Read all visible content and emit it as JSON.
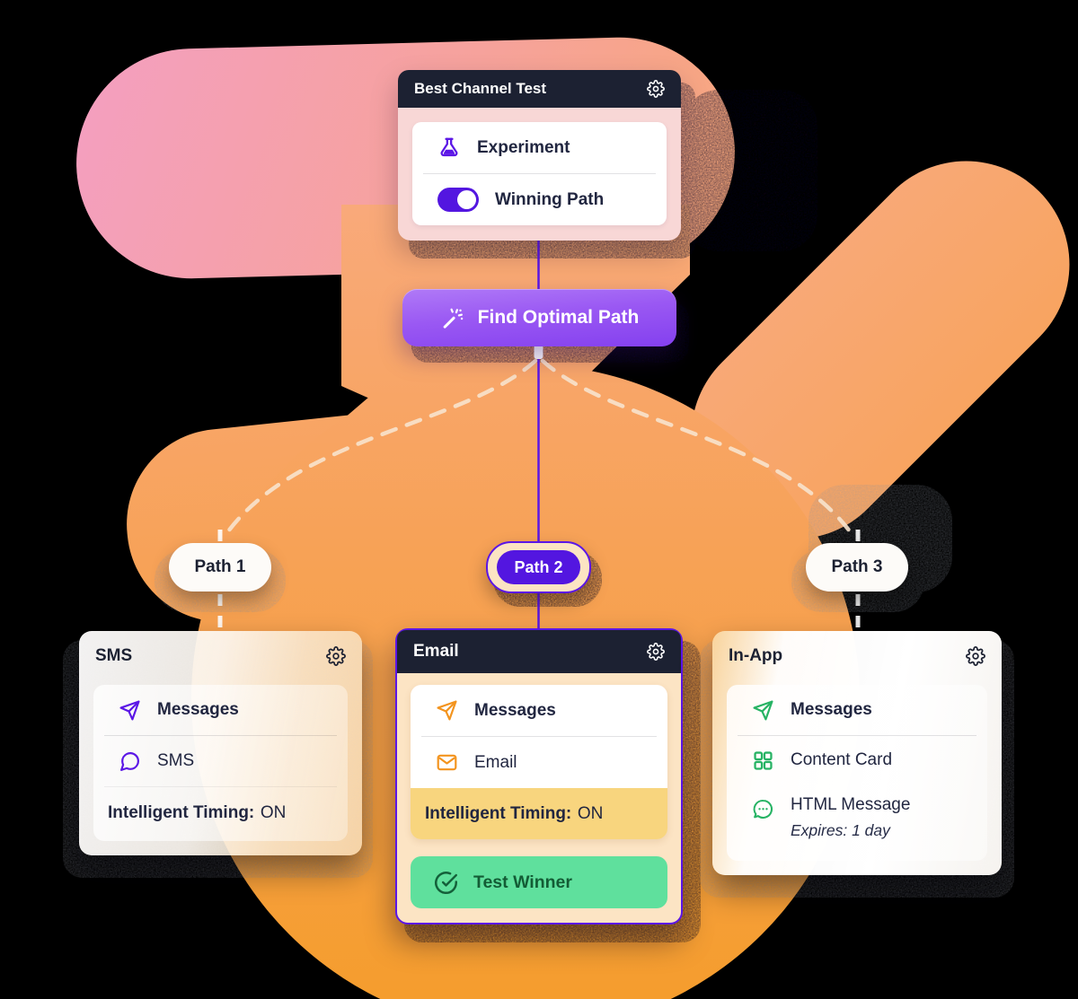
{
  "colors": {
    "background": "#000000",
    "navy_header": "#1c2132",
    "brand_purple": "#5b16e6",
    "button_gradient_top": "#b07af7",
    "button_gradient_bottom": "#8440ef",
    "blob_pink": "#f49fbe",
    "blob_salmon": "#f8a87c",
    "blob_orange": "#f59d2f",
    "cream_body": "#fce4c4",
    "yellow_strip": "#f8d57e",
    "green_banner": "#5fe09d",
    "green_text": "#135c35",
    "green_icon": "#27b364",
    "orange_icon": "#f3941f"
  },
  "top_card": {
    "title": "Best Channel Test",
    "gear_icon": "gear-icon",
    "rows": [
      {
        "icon": "flask-icon",
        "label": "Experiment"
      },
      {
        "icon": "toggle-on",
        "label": "Winning Path",
        "toggle_state": "on"
      }
    ]
  },
  "optimal_button": {
    "icon": "magic-wand-icon",
    "label": "Find Optimal Path"
  },
  "paths": [
    {
      "label": "Path 1",
      "variant": "white",
      "connector": "dashed"
    },
    {
      "label": "Path 2",
      "variant": "purple",
      "connector": "solid"
    },
    {
      "label": "Path 3",
      "variant": "white",
      "connector": "dashed"
    }
  ],
  "cards": {
    "sms": {
      "title": "SMS",
      "gear_icon": "gear-icon",
      "rows": [
        {
          "icon": "send-icon",
          "label": "Messages",
          "emphasis": "bold"
        },
        {
          "icon": "chat-bubble-icon",
          "label": "SMS"
        }
      ],
      "timing": {
        "label_bold": "Intelligent Timing:",
        "value": "ON"
      }
    },
    "email": {
      "title": "Email",
      "gear_icon": "gear-icon",
      "rows": [
        {
          "icon": "send-icon",
          "label": "Messages",
          "emphasis": "bold"
        },
        {
          "icon": "envelope-icon",
          "label": "Email"
        }
      ],
      "timing": {
        "label_bold": "Intelligent Timing:",
        "value": "ON"
      },
      "banner": {
        "icon": "check-circle-icon",
        "label": "Test Winner"
      }
    },
    "inapp": {
      "title": "In-App",
      "gear_icon": "gear-icon",
      "rows": [
        {
          "icon": "send-icon",
          "label": "Messages",
          "emphasis": "bold"
        },
        {
          "icon": "grid-icon",
          "label": "Content Card"
        },
        {
          "icon": "chat-dots-icon",
          "label": "HTML Message",
          "caption": "Expires: 1 day"
        }
      ]
    }
  }
}
